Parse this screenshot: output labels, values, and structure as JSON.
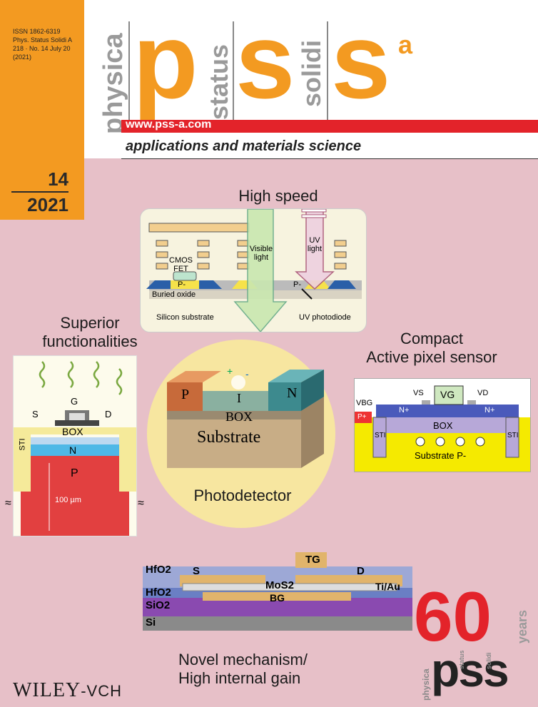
{
  "masthead": {
    "issn": "ISSN 1862-6319",
    "journal_abbrev": "Phys. Status Solidi A",
    "volume_info": "218 · No. 14 July 20",
    "year_paren": "(2021)",
    "word_physica": "physica",
    "word_status": "status",
    "word_solidi": "solidi",
    "letter_p": "p",
    "letter_s1": "s",
    "letter_s2": "s",
    "letter_a": "a",
    "url": "www.pss-a.com",
    "subtitle": "applications and materials science"
  },
  "issue": {
    "number": "14",
    "year": "2021"
  },
  "features": {
    "high_speed": "High speed",
    "superior_1": "Superior",
    "superior_2": "functionalities",
    "compact_1": "Compact",
    "compact_2": "Active pixel sensor",
    "photodetector": "Photodetector",
    "novel_1": "Novel mechanism/",
    "novel_2": "High internal gain"
  },
  "high_speed_diagram": {
    "cmos": "CMOS",
    "fet": "FET",
    "visible": "Visible",
    "light": "light",
    "uv": "UV",
    "uv_light": "light",
    "p_minus": "P-",
    "p_minus2": "P-",
    "buried_oxide": "Buried oxide",
    "silicon_substrate": "Silicon substrate",
    "uv_photodiode": "UV photodiode"
  },
  "superior_diagram": {
    "s": "S",
    "g": "G",
    "d": "D",
    "box": "BOX",
    "sti": "STI",
    "n": "N",
    "p": "P",
    "depth": "100 µm",
    "break1": "≈",
    "break2": "≈"
  },
  "photodetector_diagram": {
    "p": "P",
    "i": "I",
    "n": "N",
    "box": "BOX",
    "substrate": "Substrate",
    "plus": "+",
    "minus": "-"
  },
  "aps_diagram": {
    "vs": "VS",
    "vg": "VG",
    "vd": "VD",
    "vbg": "VBG",
    "p_plus": "P+",
    "n_plus_1": "N+",
    "n_plus_2": "N+",
    "box": "BOX",
    "sti1": "STI",
    "sti2": "STI",
    "substrate": "Substrate  P-"
  },
  "mos2_diagram": {
    "tg": "TG",
    "hfo2_top": "HfO2",
    "s": "S",
    "d": "D",
    "mos2": "MoS2",
    "tiau": "Ti/Au",
    "hfo2_bottom": "HfO2",
    "sio2": "SiO2",
    "bg": "BG",
    "si": "Si"
  },
  "badge": {
    "num": "60",
    "years": "years",
    "physica": "physica",
    "pss": "pss",
    "status": "status",
    "solidi": "solidi"
  },
  "publisher": {
    "name": "WILEY",
    "suffix": "-VCH"
  }
}
